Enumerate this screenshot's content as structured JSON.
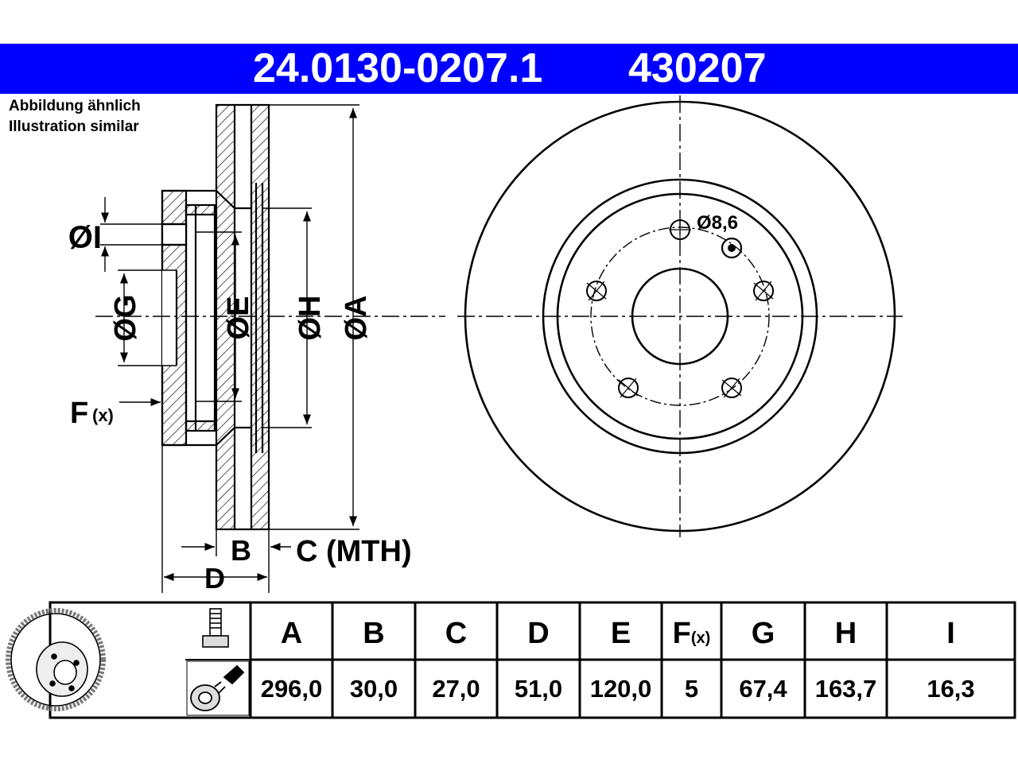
{
  "header": {
    "part_number": "24.0130-0207.1",
    "ref_number": "430207",
    "background_color": "#0000ff"
  },
  "note": {
    "line1": "Abbildung ähnlich",
    "line2": "Illustration similar"
  },
  "drawing": {
    "labels": {
      "dia_I": "ØI",
      "dia_G": "ØG",
      "dia_E": "ØE",
      "dia_H": "ØH",
      "dia_A": "ØA",
      "F": "F",
      "F_sub": "(x)",
      "B": "B",
      "C_MTH": "C (MTH)",
      "D": "D",
      "hole_dia": "Ø8,6"
    }
  },
  "table": {
    "columns": [
      {
        "header": "A",
        "value": "296,0"
      },
      {
        "header": "B",
        "value": "30,0"
      },
      {
        "header": "C",
        "value": "27,0"
      },
      {
        "header": "D",
        "value": "51,0"
      },
      {
        "header": "E",
        "value": "120,0"
      },
      {
        "header": "F",
        "header_sub": "(x)",
        "value": "5"
      },
      {
        "header": "G",
        "value": "67,4"
      },
      {
        "header": "H",
        "value": "163,7"
      },
      {
        "header": "I",
        "value": "16,3"
      }
    ]
  }
}
